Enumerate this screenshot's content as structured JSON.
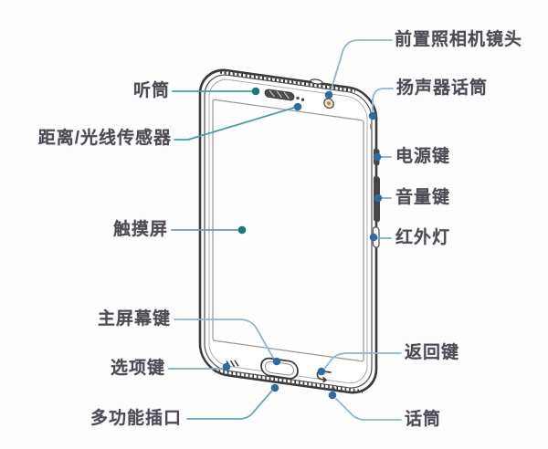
{
  "diagram_type": "device-parts-callout-diagram",
  "labels": {
    "earpiece": "听筒",
    "proximity_light_sensor": "距离/光线传感器",
    "touch_screen": "触摸屏",
    "home_key": "主屏幕键",
    "option_key": "选项键",
    "multifunction_jack": "多功能插口",
    "front_camera": "前置照相机镜头",
    "speaker_mic": "扬声器话筒",
    "power_key": "电源键",
    "volume_key": "音量键",
    "infrared_led": "红外灯",
    "back_key": "返回键",
    "microphone": "话筒"
  },
  "colors": {
    "label_text": "#4e4b55",
    "leader_teal": "#43a0a2",
    "leader_light_blue": "#8db5d8",
    "leader_steel": "#6ea2b5",
    "dot_teal": "#17797c",
    "dot_blue": "#2d6ca5",
    "device_outline": "#3b3b3b",
    "background": "#fdfdfd"
  }
}
